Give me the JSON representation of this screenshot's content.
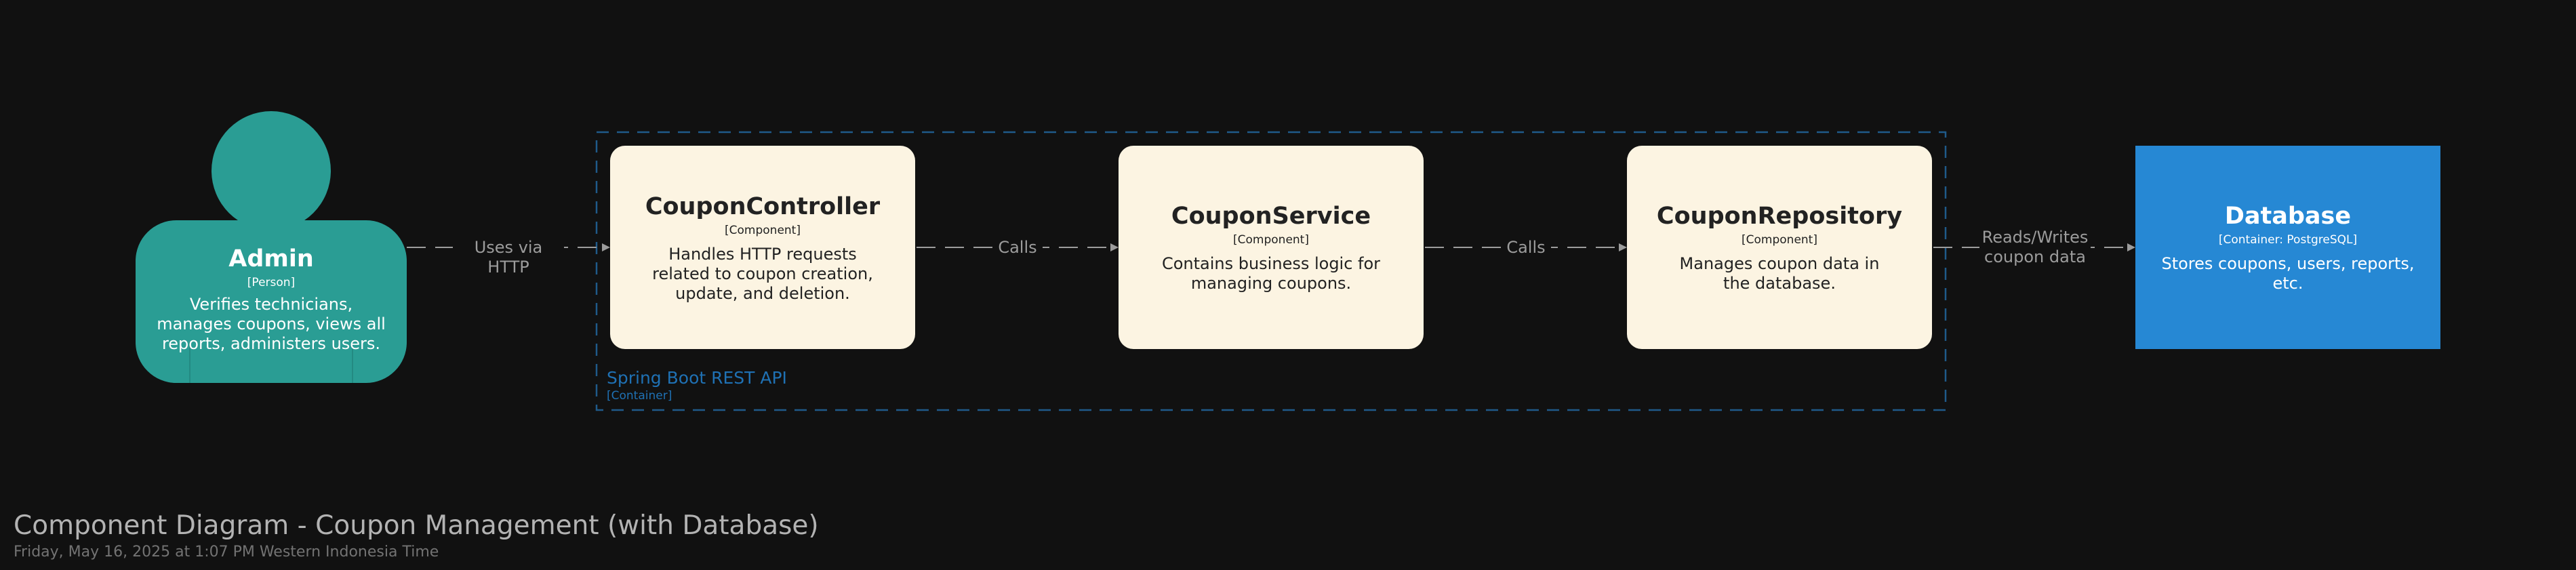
{
  "title": "Component Diagram - Coupon Management (with Database)",
  "timestamp": "Friday, May 16, 2025 at 1:07 PM Western Indonesia Time",
  "colors": {
    "background": "#111111",
    "person": "#2a9d94",
    "component": "#fcf4e2",
    "database": "#2688d4",
    "boundary": "#1f5a8a",
    "edge": "#9c9c9c"
  },
  "person": {
    "name": "Admin",
    "type": "[Person]",
    "description": "Verifies technicians, manages coupons, views all reports, administers users."
  },
  "boundary": {
    "name": "Spring Boot REST API",
    "type": "[Container]"
  },
  "components": [
    {
      "name": "CouponController",
      "type": "[Component]",
      "description": "Handles HTTP requests related to coupon creation, update, and deletion."
    },
    {
      "name": "CouponService",
      "type": "[Component]",
      "description": "Contains business logic for managing coupons."
    },
    {
      "name": "CouponRepository",
      "type": "[Component]",
      "description": "Manages coupon data in the database."
    }
  ],
  "database": {
    "name": "Database",
    "type": "[Container: PostgreSQL]",
    "description": "Stores coupons, users, reports, etc."
  },
  "relations": [
    {
      "from": "Admin",
      "to": "CouponController",
      "label": "Uses via HTTP"
    },
    {
      "from": "CouponController",
      "to": "CouponService",
      "label": "Calls"
    },
    {
      "from": "CouponService",
      "to": "CouponRepository",
      "label": "Calls"
    },
    {
      "from": "CouponRepository",
      "to": "Database",
      "label": "Reads/Writes coupon data"
    }
  ]
}
